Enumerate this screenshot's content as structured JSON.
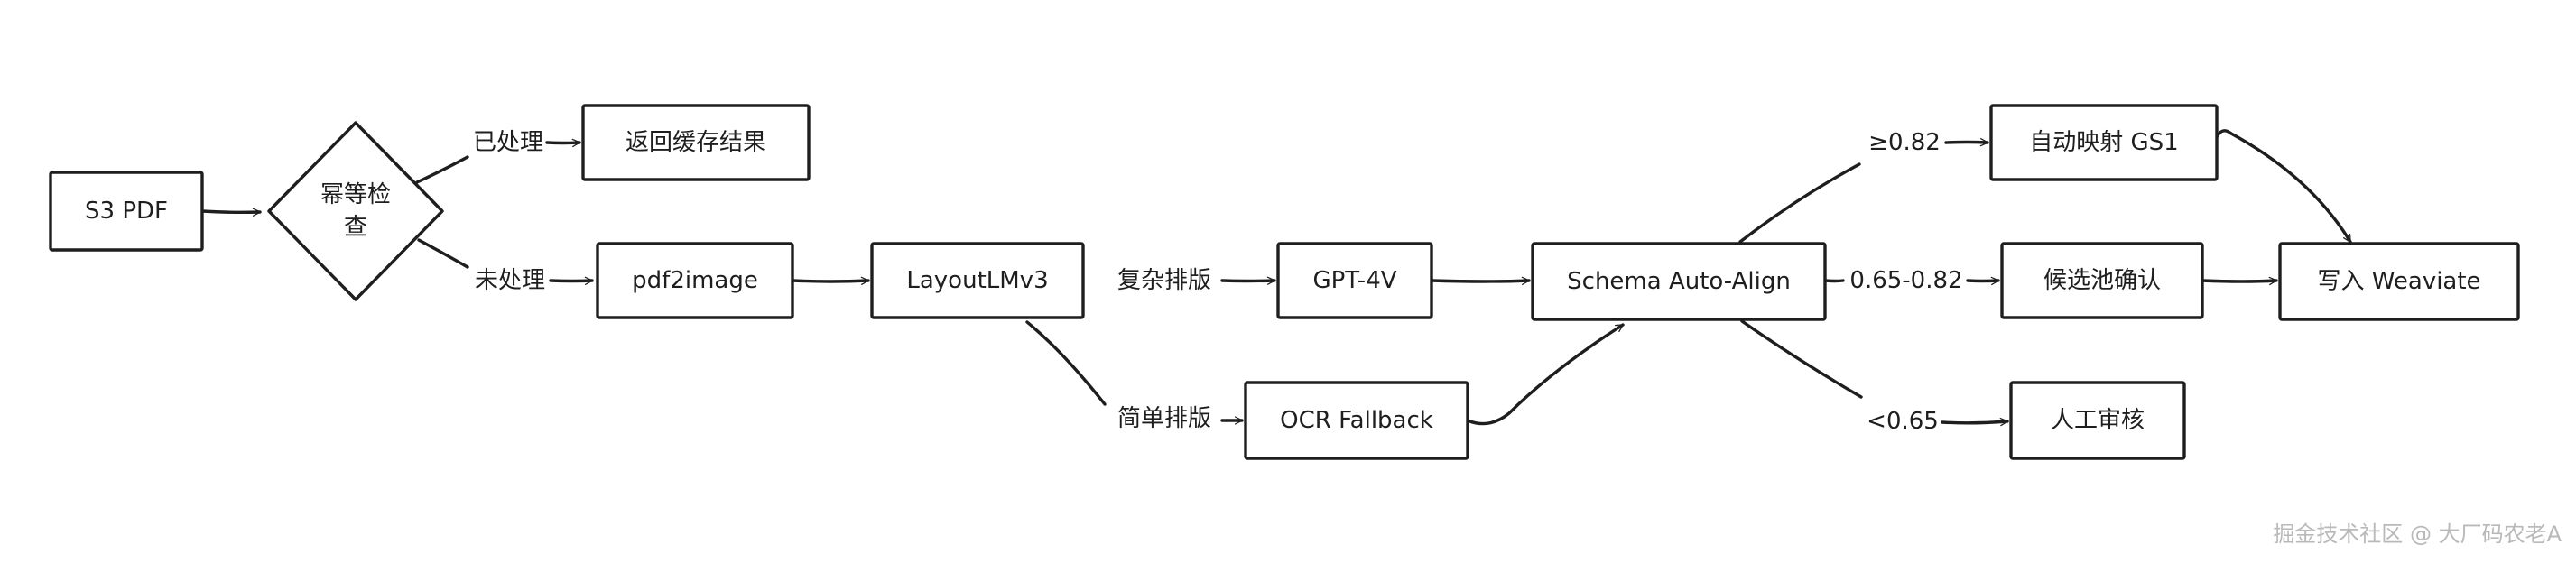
{
  "nodes": {
    "s3_pdf": "S3 PDF",
    "idempotency_check_line1": "幂等检",
    "idempotency_check_line2": "查",
    "return_cache": "返回缓存结果",
    "pdf2image": "pdf2image",
    "layoutlmv3": "LayoutLMv3",
    "gpt4v": "GPT-4V",
    "ocr_fallback": "OCR Fallback",
    "schema_align": "Schema Auto-Align",
    "auto_map": "自动映射 GS1",
    "candidate_pool": "候选池确认",
    "manual_review": "人工审核",
    "write_weaviate": "写入 Weaviate"
  },
  "edge_labels": {
    "processed": "已处理",
    "unprocessed": "未处理",
    "complex_layout": "复杂排版",
    "simple_layout": "简单排版",
    "high_confidence": "≥0.82",
    "mid_confidence": "0.65-0.82",
    "low_confidence": "<0.65"
  },
  "watermark": "掘金技术社区 @ 大厂码农老A",
  "colors": {
    "stroke": "#1e1e1e",
    "background": "#ffffff",
    "watermark": "#b9b9b9"
  }
}
